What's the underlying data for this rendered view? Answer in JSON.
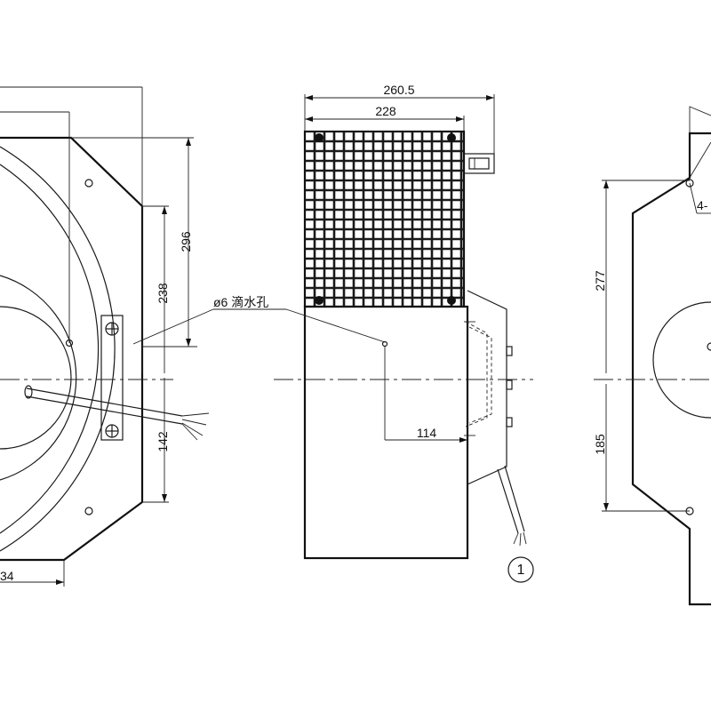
{
  "dimensions": {
    "width_total": "260.5",
    "width_grille": "228",
    "height_upper": "296",
    "height_mount": "238",
    "height_lower": "142",
    "drain_offset": "114",
    "left_partial": "34",
    "right_height_upper": "277",
    "right_height_lower": "185"
  },
  "annotations": {
    "drain_hole": "ø6 滴水孔",
    "callout_number": "1",
    "hole_label_partial": "4-"
  }
}
